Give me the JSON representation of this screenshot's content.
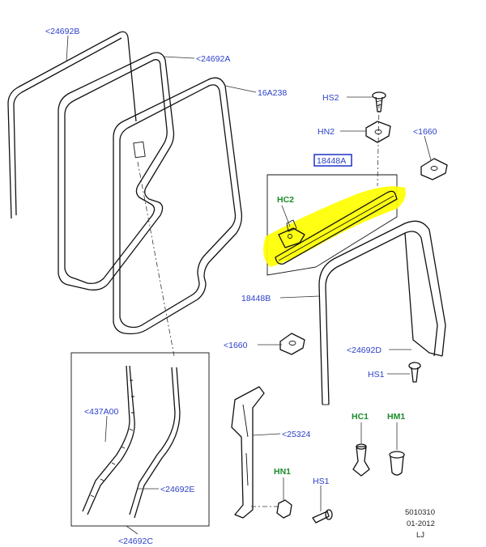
{
  "labels": {
    "p24692B": "<24692B",
    "p24692A": "<24692A",
    "p16A238": "16A238",
    "hs2": "HS2",
    "hn2_top": "HN2",
    "p1660_top": "<1660",
    "p18448A": "18448A",
    "hc2": "HC2",
    "p18448B": "18448B",
    "p1660_mid": "<1660",
    "p24692D": "<24692D",
    "hs1_right": "HS1",
    "p437A00": "<437A00",
    "p25324": "<25324",
    "hc1": "HC1",
    "hm1": "HM1",
    "hn1": "HN1",
    "hs1_bottom": "HS1",
    "p24692E": "<24692E",
    "p24692C": "<24692C"
  },
  "meta": {
    "line1": "5010310",
    "line2": "01-2012",
    "line3": "LJ"
  },
  "colors": {
    "label_blue": "#2a3fc8",
    "label_green": "#1c8a2a",
    "highlight": "#ffff00"
  }
}
